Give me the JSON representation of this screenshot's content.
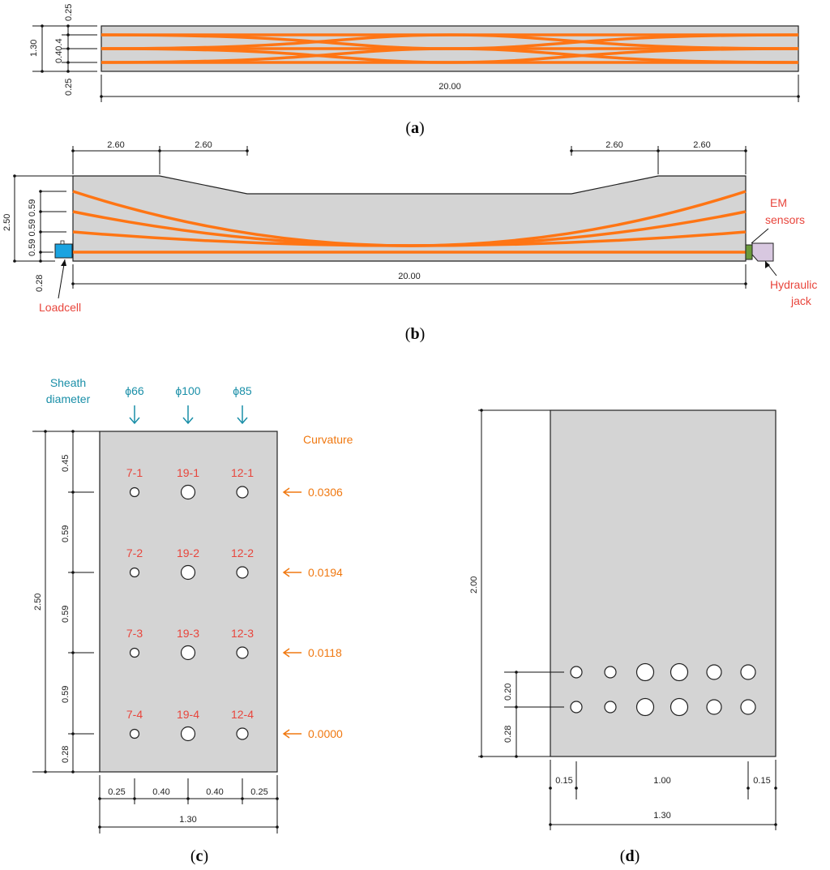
{
  "panel_a": {
    "caption": "a",
    "dim_top": "0.25",
    "dim_height": "1.30",
    "dim_mid": "0.40.4",
    "dim_bottom": "0.25",
    "dim_length": "20.00"
  },
  "panel_b": {
    "caption": "b",
    "dim_top_left_1": "2.60",
    "dim_top_left_2": "2.60",
    "dim_top_right_1": "2.60",
    "dim_top_right_2": "2.60",
    "dim_height": "2.50",
    "dim_spacing": "0.59 0.59 0.59",
    "dim_bottom": "0.28",
    "dim_length": "20.00",
    "label_loadcell": "Loadcell",
    "label_em_1": "EM",
    "label_em_2": "sensors",
    "label_jack_1": "Hydraulic",
    "label_jack_2": "jack"
  },
  "panel_c": {
    "caption": "c",
    "sheath_label_1": "Sheath",
    "sheath_label_2": "diameter",
    "diam_1": "ϕ66",
    "diam_2": "ϕ100",
    "diam_3": "ϕ85",
    "curvature_label": "Curvature",
    "rows": [
      {
        "ids": [
          "7-1",
          "19-1",
          "12-1"
        ],
        "curvature": "0.0306"
      },
      {
        "ids": [
          "7-2",
          "19-2",
          "12-2"
        ],
        "curvature": "0.0194"
      },
      {
        "ids": [
          "7-3",
          "19-3",
          "12-3"
        ],
        "curvature": "0.0118"
      },
      {
        "ids": [
          "7-4",
          "19-4",
          "12-4"
        ],
        "curvature": "0.0000"
      }
    ],
    "dim_height": "2.50",
    "dim_v": [
      "0.45",
      "0.59",
      "0.59",
      "0.59",
      "0.28"
    ],
    "dim_h": [
      "0.25",
      "0.40",
      "0.40",
      "0.25"
    ],
    "dim_width": "1.30"
  },
  "panel_d": {
    "caption": "d",
    "dim_height": "2.00",
    "dim_row_gap": "0.20",
    "dim_bottom": "0.28",
    "dim_left": "0.15",
    "dim_mid": "1.00",
    "dim_right": "0.15",
    "dim_width": "1.30"
  },
  "colors": {
    "tendon": "#ff7514",
    "concrete": "#d4d4d4",
    "label_red": "#e8453c",
    "label_teal": "#1a8fa8",
    "label_orange": "#f07810",
    "loadcell": "#1aa3e0",
    "em_sensor": "#6a9a3a",
    "jack": "#d8c8e0"
  }
}
